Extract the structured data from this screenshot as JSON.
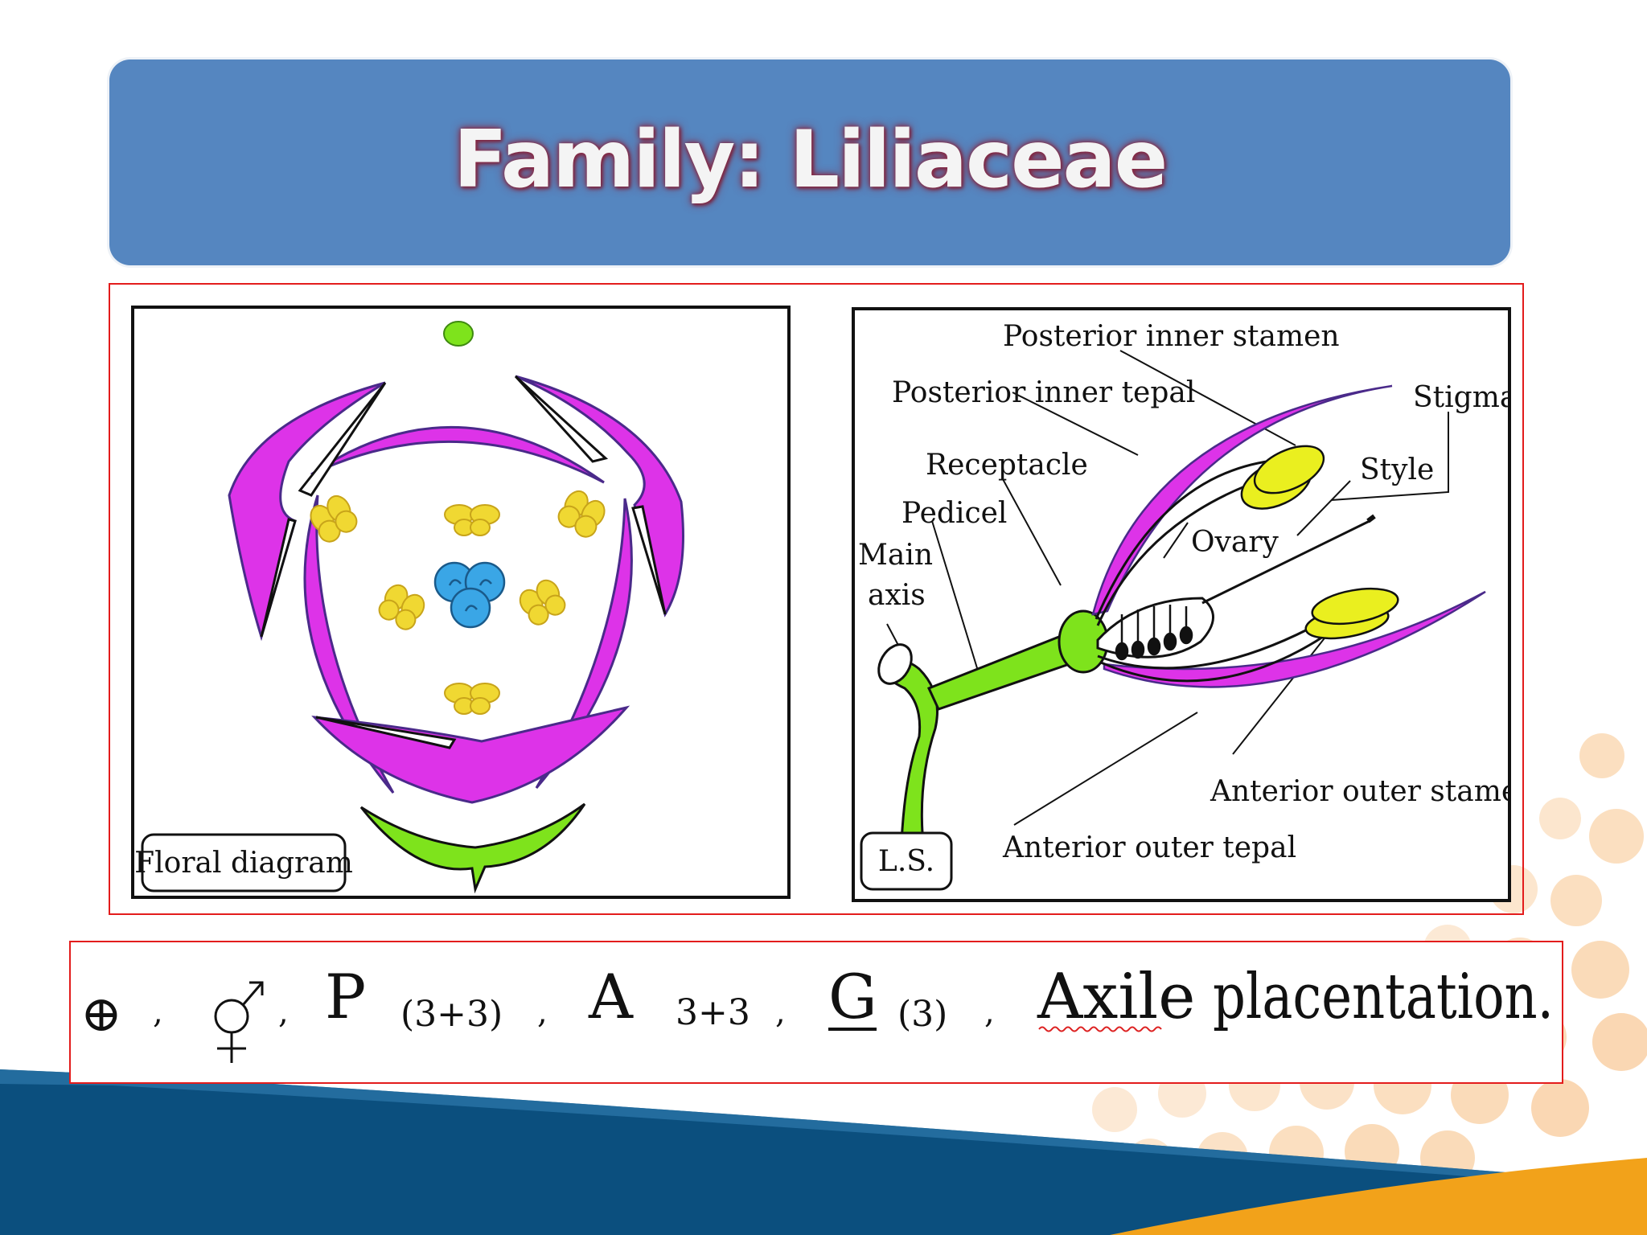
{
  "title": "Family: Liliaceae",
  "floral_diagram": {
    "caption": "Floral diagram"
  },
  "long_section": {
    "caption": "L.S.",
    "labels": {
      "posterior_inner_stamen": "Posterior inner stamen",
      "posterior_inner_tepal": "Posterior inner tepal",
      "stigma": "Stigma",
      "receptacle": "Receptacle",
      "style": "Style",
      "pedicel": "Pedicel",
      "ovary": "Ovary",
      "main": "Main",
      "axis": "axis",
      "anterior_outer_stamen": "Anterior outer stamen",
      "anterior_outer_tepal": "Anterior outer tepal"
    }
  },
  "formula": {
    "actinomorphic": "⊕",
    "sep": ",",
    "perianth": "P",
    "perianth_count": "(3+3)",
    "androecium": "A",
    "androecium_count": "3+3",
    "gynoecium": "G",
    "gynoecium_count": "(3)",
    "placentation_word": "Axile",
    "placentation_rest": "placentation."
  },
  "colors": {
    "title_bar": "#5586c0",
    "tepal_magenta": "#dd33e8",
    "stamen_yellow": "#f0d832",
    "anther_yellow": "#eaef1f",
    "ovary_blue": "#3aa6e6",
    "bract_green": "#7ee31c",
    "frame_red": "#e31c1c"
  }
}
